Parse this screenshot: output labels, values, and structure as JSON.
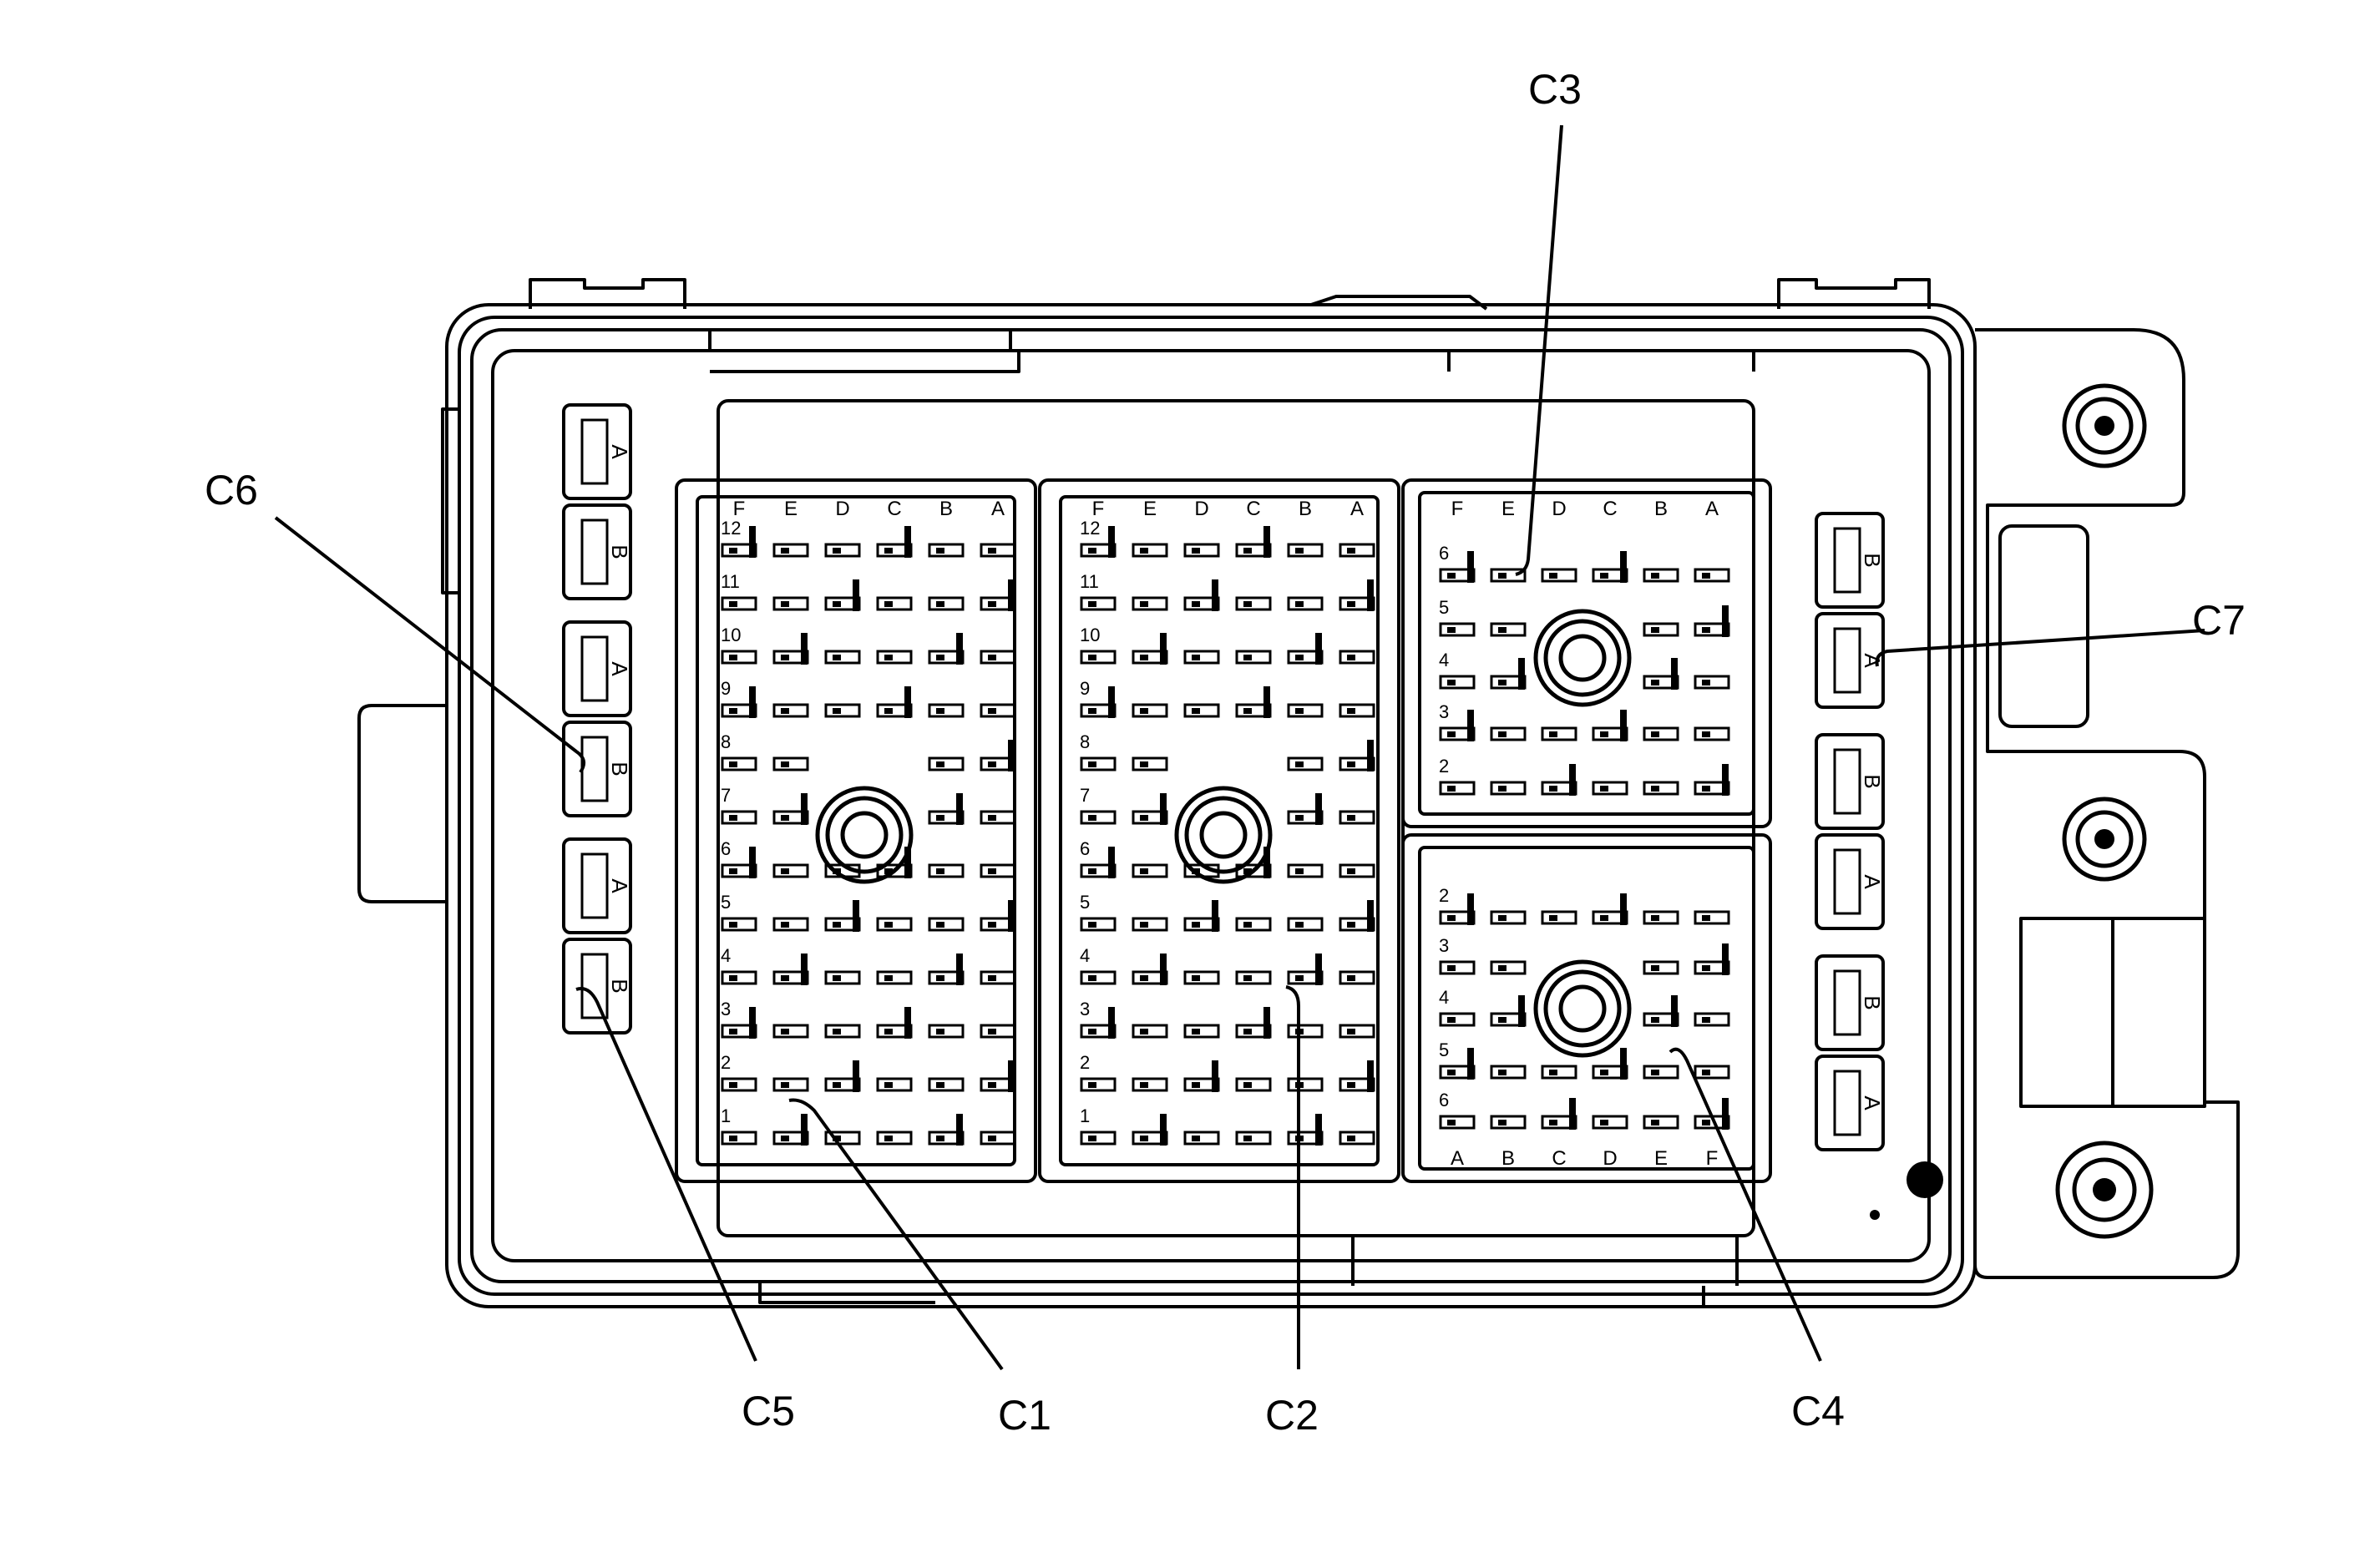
{
  "callouts": {
    "c1": "C1",
    "c2": "C2",
    "c3": "C3",
    "c4": "C4",
    "c5": "C5",
    "c6": "C6",
    "c7": "C7"
  },
  "connectors": {
    "c1": {
      "columns": [
        "F",
        "E",
        "D",
        "C",
        "B",
        "A"
      ],
      "rows": [
        "12",
        "11",
        "10",
        "9",
        "8",
        "7",
        "6",
        "5",
        "4",
        "3",
        "2",
        "1"
      ]
    },
    "c2": {
      "columns": [
        "F",
        "E",
        "D",
        "C",
        "B",
        "A"
      ],
      "rows": [
        "12",
        "11",
        "10",
        "9",
        "8",
        "7",
        "6",
        "5",
        "4",
        "3",
        "2",
        "1"
      ]
    },
    "c3": {
      "columns": [
        "F",
        "E",
        "D",
        "C",
        "B",
        "A"
      ],
      "rows": [
        "6",
        "5",
        "4",
        "3",
        "2"
      ]
    },
    "c4": {
      "columns": [
        "A",
        "B",
        "C",
        "D",
        "E",
        "F"
      ],
      "rows": [
        "2",
        "3",
        "4",
        "5",
        "6"
      ]
    }
  },
  "side_connectors": {
    "left": [
      "A",
      "B",
      "A",
      "B",
      "A",
      "B"
    ],
    "right": [
      "B",
      "A",
      "B",
      "A",
      "B",
      "A"
    ]
  }
}
